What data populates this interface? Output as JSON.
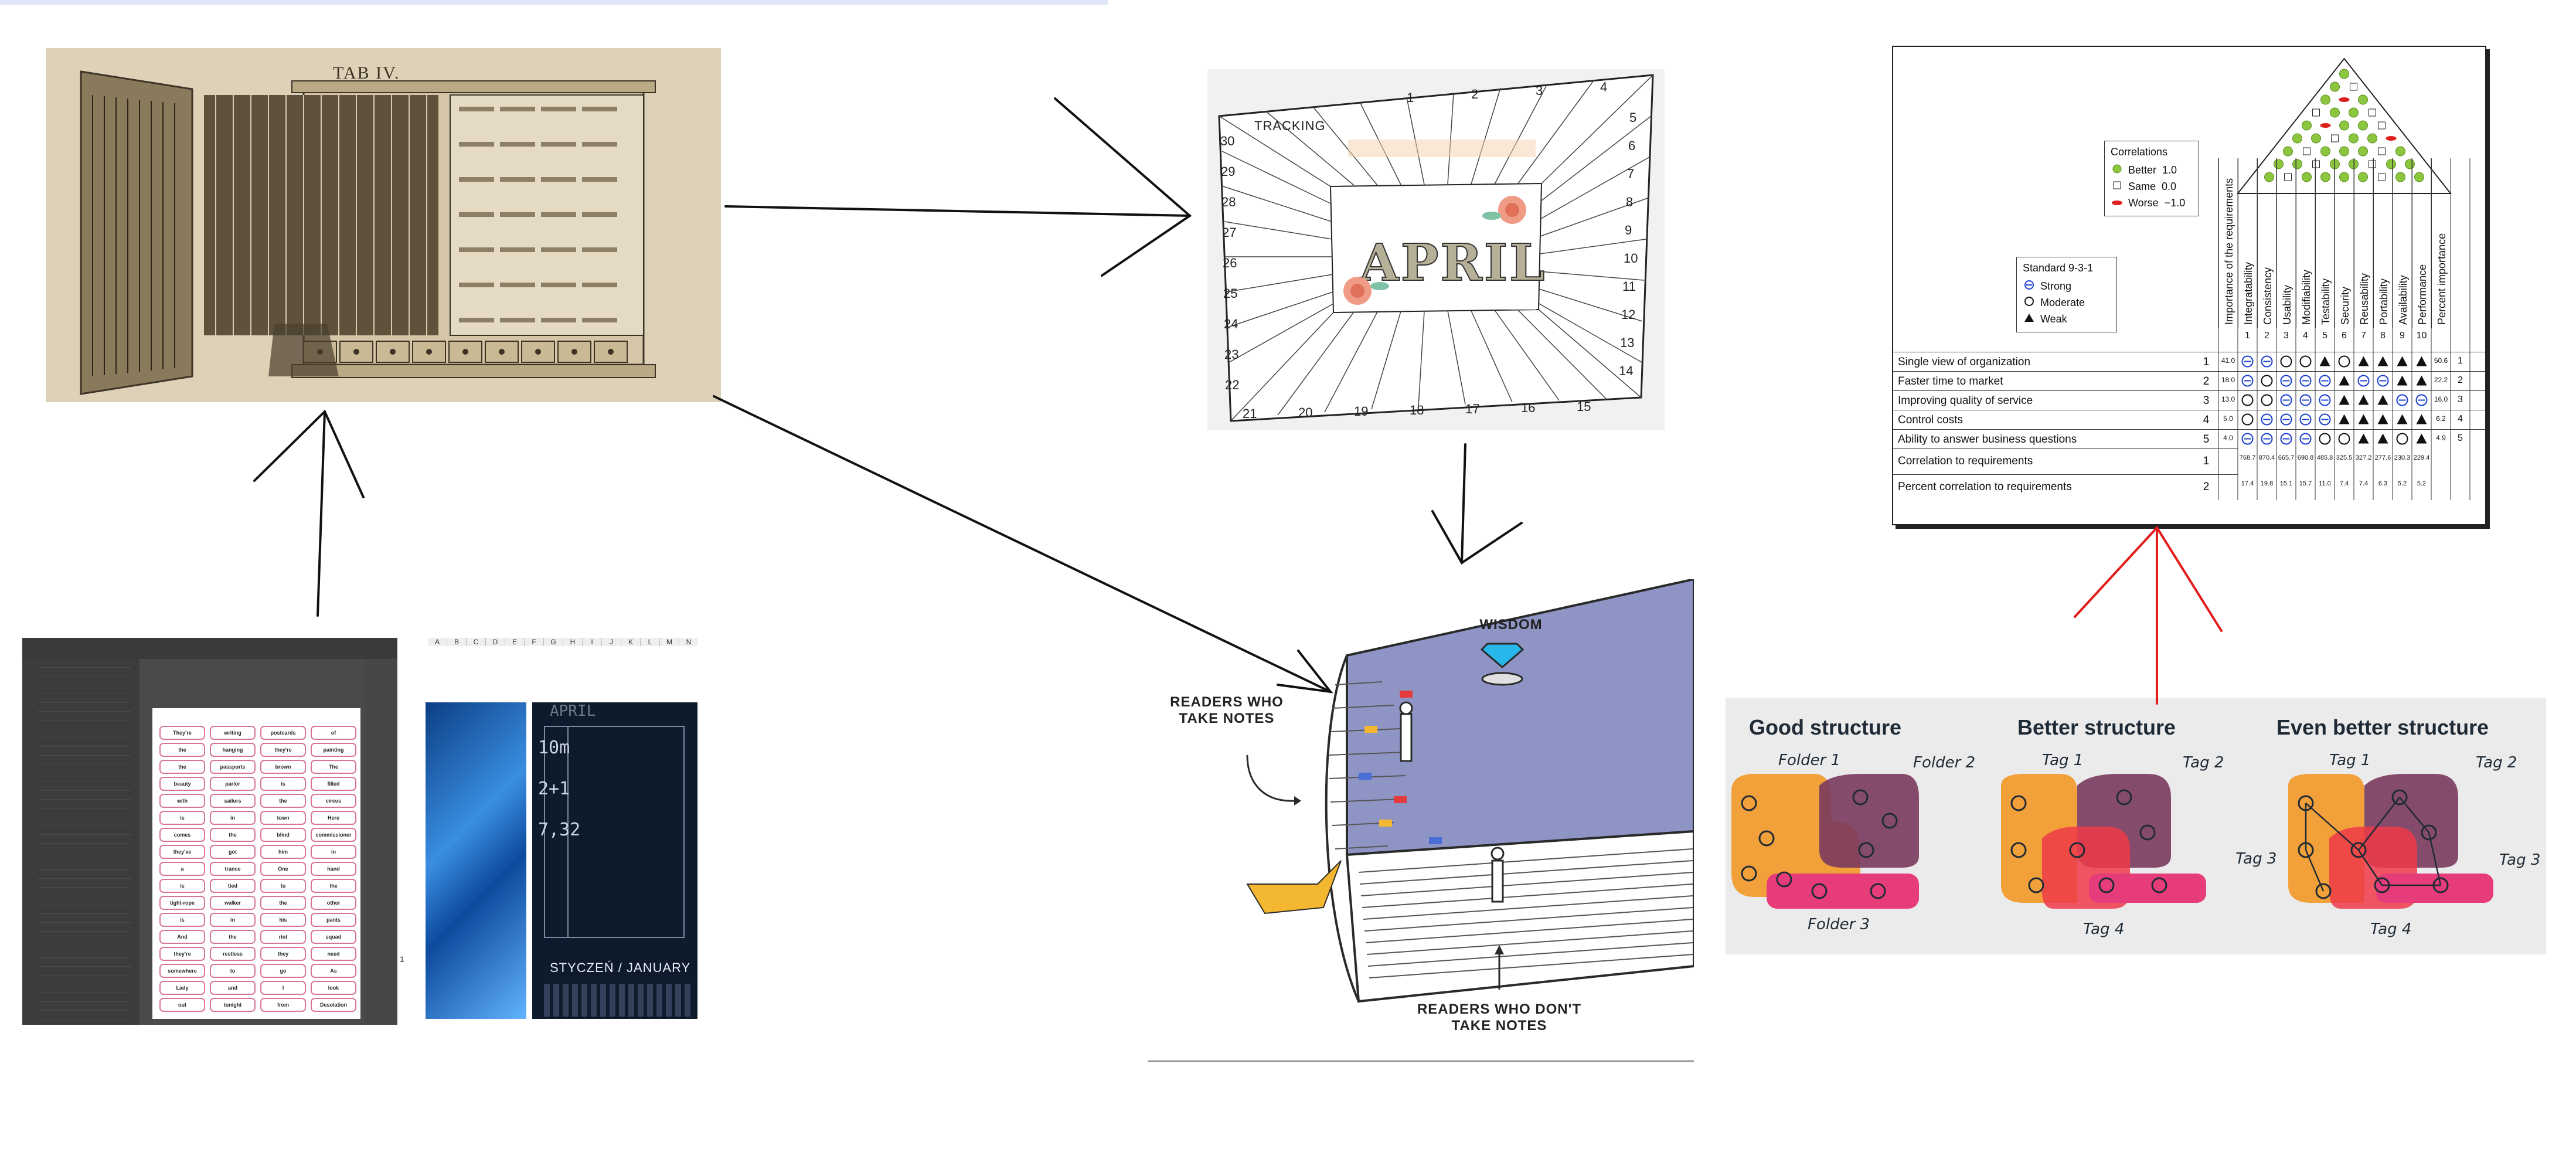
{
  "engraving": {
    "plate_title": "TAB IV."
  },
  "editor": {
    "word_grid": [
      [
        "They're",
        "writing",
        "postcards",
        "of"
      ],
      [
        "the",
        "hanging",
        "they're",
        "painting"
      ],
      [
        "the",
        "passports",
        "brown",
        "The"
      ],
      [
        "beauty",
        "parlor",
        "is",
        "filled"
      ],
      [
        "with",
        "sailors",
        "the",
        "circus"
      ],
      [
        "is",
        "in",
        "town",
        "Here"
      ],
      [
        "comes",
        "the",
        "blind",
        "commissioner"
      ],
      [
        "they've",
        "got",
        "him",
        "in"
      ],
      [
        "a",
        "trance",
        "One",
        "hand"
      ],
      [
        "is",
        "tied",
        "to",
        "the"
      ],
      [
        "tight-rope",
        "walker",
        "the",
        "other"
      ],
      [
        "is",
        "in",
        "his",
        "pants"
      ],
      [
        "And",
        "the",
        "riot",
        "squad"
      ],
      [
        "they're",
        "restless",
        "they",
        "need"
      ],
      [
        "somewhere",
        "to",
        "go",
        "As"
      ],
      [
        "Lady",
        "and",
        "I",
        "look"
      ],
      [
        "out",
        "tonight",
        "from",
        "Desolation"
      ]
    ],
    "sheet_columns": [
      "A",
      "B",
      "C",
      "D",
      "E",
      "F",
      "G",
      "H",
      "I",
      "J",
      "K",
      "L",
      "M",
      "N"
    ],
    "row_label": "1",
    "calendar_title": "STYCZEŃ / JANUARY",
    "hand_notes": [
      "APRIL",
      "10m",
      "2+1",
      "7,32"
    ]
  },
  "tracker": {
    "title": "APRIL",
    "label": "TRACKING",
    "top_numbers": [
      "1",
      "2",
      "3",
      "4"
    ],
    "right_numbers": [
      "5",
      "6",
      "7",
      "8",
      "9",
      "10",
      "11",
      "12",
      "13",
      "14"
    ],
    "bottom_numbers": [
      "21",
      "20",
      "19",
      "18",
      "17",
      "16",
      "15"
    ],
    "left_numbers": [
      "30",
      "29",
      "28",
      "27",
      "26",
      "25",
      "24",
      "23",
      "22"
    ]
  },
  "house_of_quality": {
    "correlations": {
      "title": "Correlations",
      "items": [
        {
          "label": "Better",
          "value": "1.0",
          "color": "#8cc63f"
        },
        {
          "label": "Same",
          "value": "0.0",
          "color": "#ffffff"
        },
        {
          "label": "Worse",
          "value": "−1.0",
          "color": "#e02020"
        }
      ]
    },
    "standard": {
      "title": "Standard 9-3-1",
      "items": [
        "Strong",
        "Moderate",
        "Weak"
      ]
    },
    "importance_header": "Importance of the requirements",
    "attributes": [
      "Integratability",
      "Consistency",
      "Usability",
      "Modifiability",
      "Testability",
      "Security",
      "Reusability",
      "Portability",
      "Availability",
      "Performance"
    ],
    "percent_header": "Percent importance",
    "attribute_numbers": [
      "1",
      "2",
      "3",
      "4",
      "5",
      "6",
      "7",
      "8",
      "9",
      "10"
    ],
    "requirements": [
      {
        "label": "Single view of organization",
        "num": "1",
        "importance": "41.0",
        "percent": "50.6",
        "rank": "1"
      },
      {
        "label": "Faster time to market",
        "num": "2",
        "importance": "18.0",
        "percent": "22.2",
        "rank": "2"
      },
      {
        "label": "Improving quality of service",
        "num": "3",
        "importance": "13.0",
        "percent": "16.0",
        "rank": "3"
      },
      {
        "label": "Control costs",
        "num": "4",
        "importance": "5.0",
        "percent": "6.2",
        "rank": "4"
      },
      {
        "label": "Ability to answer business questions",
        "num": "5",
        "importance": "4.0",
        "percent": "4.9",
        "rank": "5"
      }
    ],
    "correlation_row": {
      "label": "Correlation to requirements",
      "num": "1"
    },
    "percent_row": {
      "label": "Percent correlation to requirements",
      "num": "2"
    },
    "correlation_values": [
      "768.7",
      "870.4",
      "665.7",
      "690.8",
      "485.8",
      "325.5",
      "327.2",
      "277.6",
      "230.3",
      "229.4"
    ],
    "percent_values": [
      "17.4",
      "19.8",
      "15.1",
      "15.7",
      "11.0",
      "7.4",
      "7.4",
      "6.3",
      "5.2",
      "5.2"
    ]
  },
  "book": {
    "wisdom": "WISDOM",
    "takers": "READERS WHO TAKE NOTES",
    "non_takers": "READERS WHO DON'T TAKE NOTES"
  },
  "structure": {
    "columns": [
      {
        "title": "Good structure",
        "labels": [
          "Folder 1",
          "Folder 2",
          "Folder 3"
        ]
      },
      {
        "title": "Better structure",
        "labels": [
          "Tag 1",
          "Tag 2",
          "Tag 3",
          "Tag 4"
        ]
      },
      {
        "title": "Even better structure",
        "labels": [
          "Tag 1",
          "Tag 2",
          "Tag 3",
          "Tag 4"
        ]
      }
    ]
  },
  "colors": {
    "connector": "#111111",
    "connector_red": "#e21b1b",
    "folder_orange": "#f2a13a",
    "folder_purple": "#7a3a5e",
    "folder_pink": "#e63d7a"
  }
}
